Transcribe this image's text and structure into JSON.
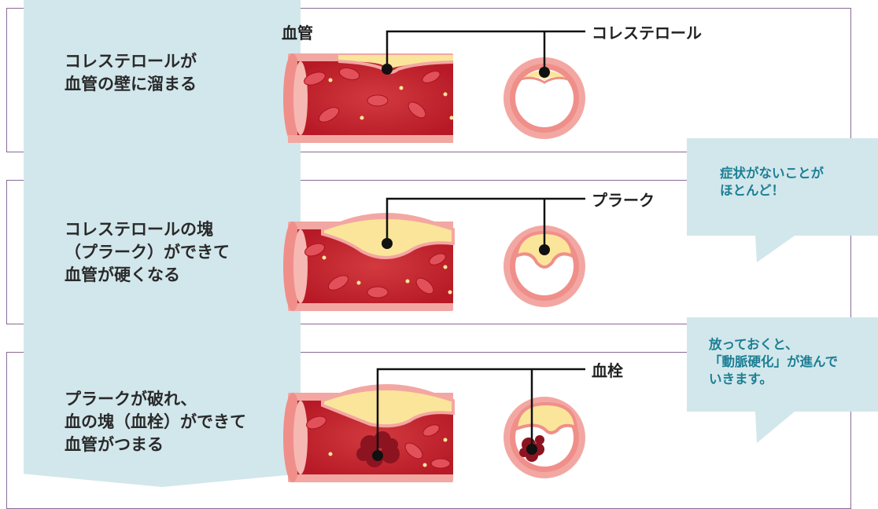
{
  "steps": [
    {
      "description": "コレステロールが\n血管の壁に溜まる"
    },
    {
      "description": "コレステロールの塊\n（プラーク）ができて\n血管が硬くなる"
    },
    {
      "description": "プラークが破れ、\n血の塊（血栓）ができて\n血管がつまる"
    }
  ],
  "labels": {
    "vessel": "血管",
    "cholesterol": "コレステロール",
    "plaque": "プラーク",
    "thrombus": "血栓"
  },
  "callouts": [
    "症状がないことが\nほとんど！",
    "放っておくと、\n「動脈硬化」が進んで\nいきます。"
  ],
  "colors": {
    "panel_border": "#8a6a96",
    "ribbon": "#d2e7ec",
    "callout_text": "#1c7f93",
    "vessel_wall": "#f08f8a",
    "blood": "#c4202c",
    "plaque": "#fbe59a"
  }
}
